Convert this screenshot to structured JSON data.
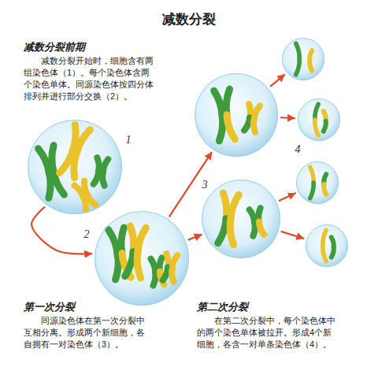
{
  "diagram": {
    "title": "减数分裂",
    "nodes": [
      {
        "text": [
          "1"
        ]
      },
      {
        "text": [
          "2"
        ]
      },
      {
        "text": []
      },
      {
        "text": [
          "3"
        ]
      },
      {
        "text": []
      },
      {
        "text": [
          "4"
        ]
      },
      {
        "text": []
      },
      {
        "text": []
      }
    ],
    "edges": [
      {
        "from": 0,
        "to": 1,
        "arrow": "to"
      },
      {
        "from": 1,
        "to": 2,
        "arrow": "to"
      },
      {
        "from": 1,
        "to": 3,
        "arrow": "to"
      },
      {
        "from": 2,
        "to": 4,
        "arrow": "to"
      },
      {
        "from": 2,
        "to": 5,
        "arrow": "to"
      },
      {
        "from": 3,
        "to": 6,
        "arrow": "to"
      },
      {
        "from": 3,
        "to": 7,
        "arrow": "to"
      }
    ],
    "labels": [
      "减数分裂前期",
      "减数分裂开始时，细胞含有两组染色体（1）。每个染色体含两个染色单体。同源染色体按四分体排列并进行部分交换（2）。",
      "第一次分裂",
      "同源染色体在第一次分裂中互相分离。形成两个新细胞，各自拥有一对染色体（3）。",
      "第二次分裂",
      "在第二次分裂中，每个染色体中的两个染色单体被拉开。形成4个新细胞，各含一对单条染色体（4）。"
    ]
  }
}
